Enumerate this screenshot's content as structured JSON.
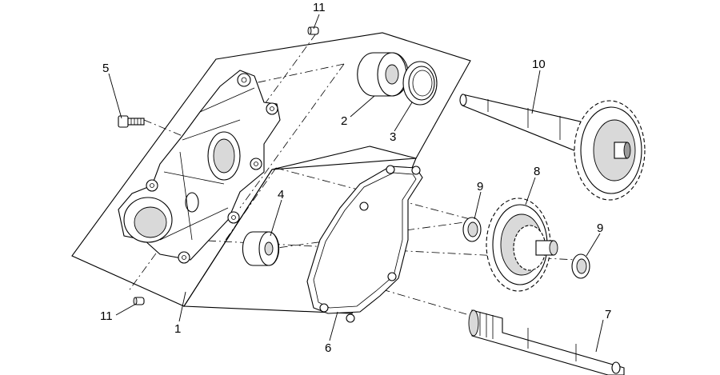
{
  "labels": {
    "p1": "1",
    "p2": "2",
    "p3": "3",
    "p4": "4",
    "p5": "5",
    "p6": "6",
    "p7": "7",
    "p8": "8",
    "p9a": "9",
    "p9b": "9",
    "p10": "10",
    "p11a": "11",
    "p11b": "11"
  }
}
